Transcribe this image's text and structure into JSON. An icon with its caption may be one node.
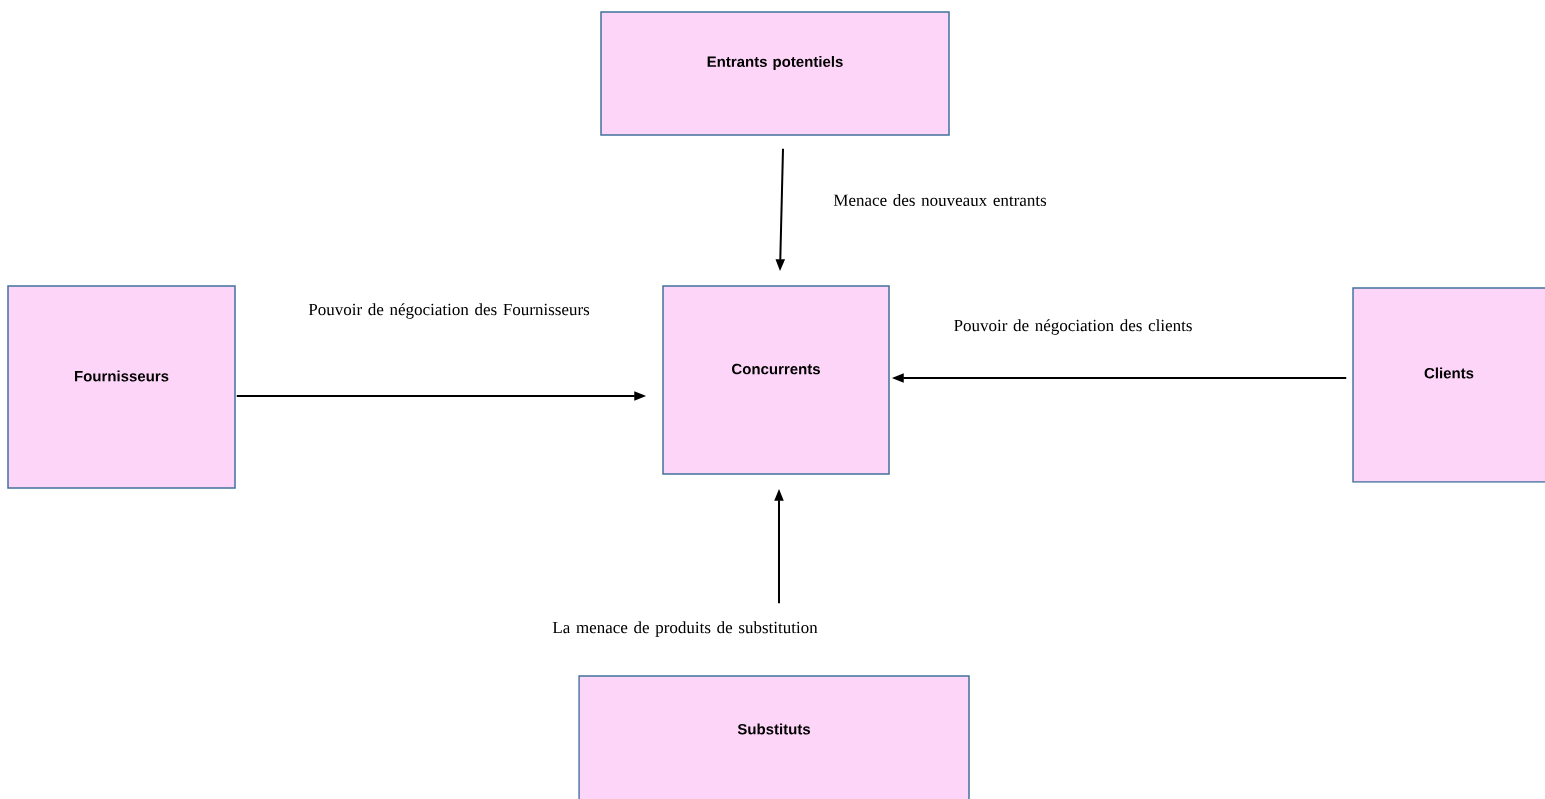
{
  "diagram": {
    "nodes": [
      {
        "text": [
          "Entrants potentiels"
        ]
      },
      {
        "text": [
          "Fournisseurs"
        ]
      },
      {
        "text": [
          "Concurrents"
        ]
      },
      {
        "text": [
          "Clients"
        ]
      },
      {
        "text": [
          "Substituts"
        ]
      }
    ],
    "edges": [
      {
        "from": 0,
        "to": 2,
        "arrow": "to",
        "label": "Menace des nouveaux entrants"
      },
      {
        "from": 1,
        "to": 2,
        "arrow": "to",
        "label": "Pouvoir de négociation des Fournisseurs"
      },
      {
        "from": 3,
        "to": 2,
        "arrow": "to",
        "label": "Pouvoir de négociation des clients"
      },
      {
        "from": 4,
        "to": 2,
        "arrow": "to",
        "label": "La menace de produits de substitution"
      }
    ]
  }
}
